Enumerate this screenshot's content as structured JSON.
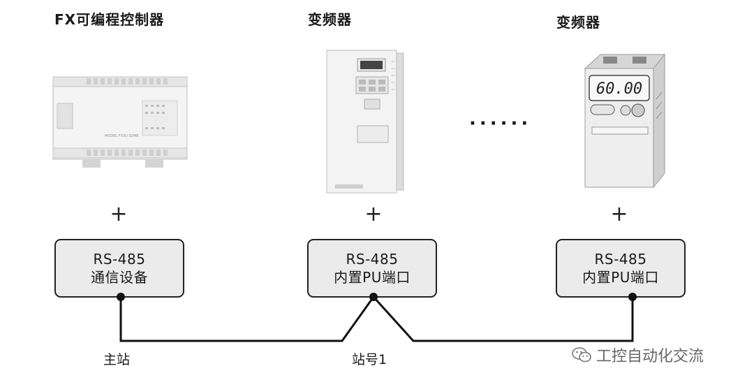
{
  "devices": [
    {
      "title": "FX可编程控制器",
      "plc_label": "MODEL FX3U-32MR",
      "port_line1": "RS-485",
      "port_line2": "通信设备",
      "node_label": "主站"
    },
    {
      "title": "变频器",
      "port_line1": "RS-485",
      "port_line2": "内置PU端口",
      "node_label": "站号1"
    },
    {
      "title": "变频器",
      "display": "60.00",
      "port_line1": "RS-485",
      "port_line2": "内置PU端口"
    }
  ],
  "connector": "+",
  "ellipsis": "······",
  "watermark": {
    "icon": "wechat-icon",
    "text": "工控自动化交流"
  },
  "colors": {
    "box_fill": "#ebebeb",
    "line": "#111111"
  }
}
